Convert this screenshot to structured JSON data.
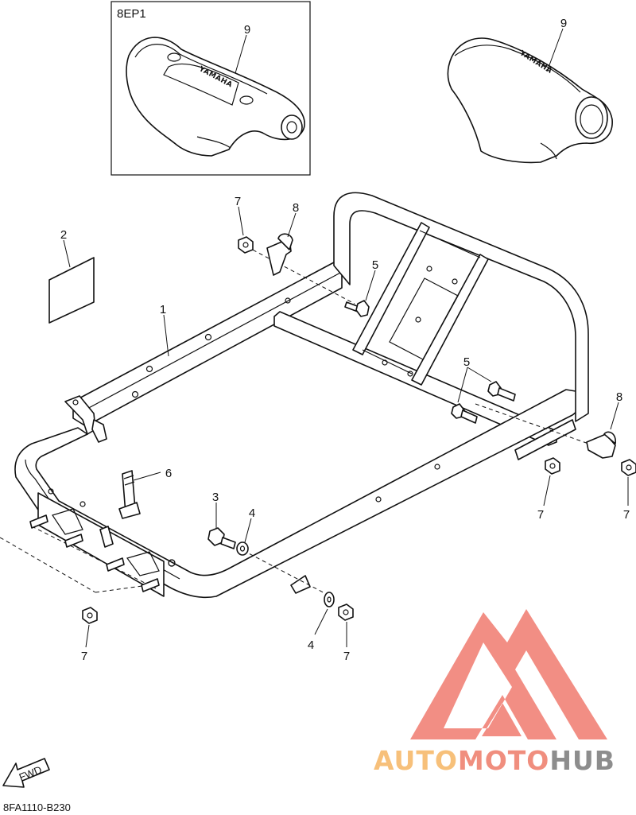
{
  "inset_box": {
    "label": "8EP1"
  },
  "brand_text": "YAMAHA",
  "callouts": {
    "c1": "1",
    "c2": "2",
    "c3": "3",
    "c4a": "4",
    "c4b": "4",
    "c5a": "5",
    "c5b": "5",
    "c6": "6",
    "c7a": "7",
    "c7b": "7",
    "c7c": "7",
    "c7d": "7",
    "c7e": "7",
    "c8a": "8",
    "c8b": "8",
    "c9a": "9",
    "c9b": "9"
  },
  "fwd_label": "FWD",
  "drawing_code": "8FA1110-B230",
  "watermark": {
    "part1": "AUTO",
    "part2": "MOTO",
    "part3": "HUB",
    "colors": {
      "triangle": "#f07a6e",
      "part1": "#f7c07a",
      "part2": "#f08e7e",
      "part3": "#8d8d8d"
    }
  }
}
